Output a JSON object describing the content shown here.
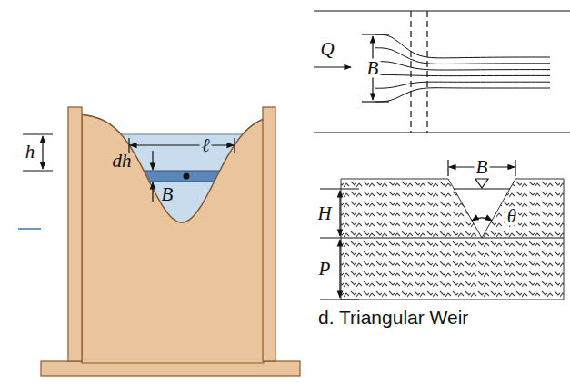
{
  "diagram": {
    "caption": "d. Triangular Weir",
    "labels": [
      "h",
      "ℓ",
      "dh",
      "B",
      "Q",
      "B",
      "B",
      "H",
      "P",
      "θ"
    ]
  }
}
